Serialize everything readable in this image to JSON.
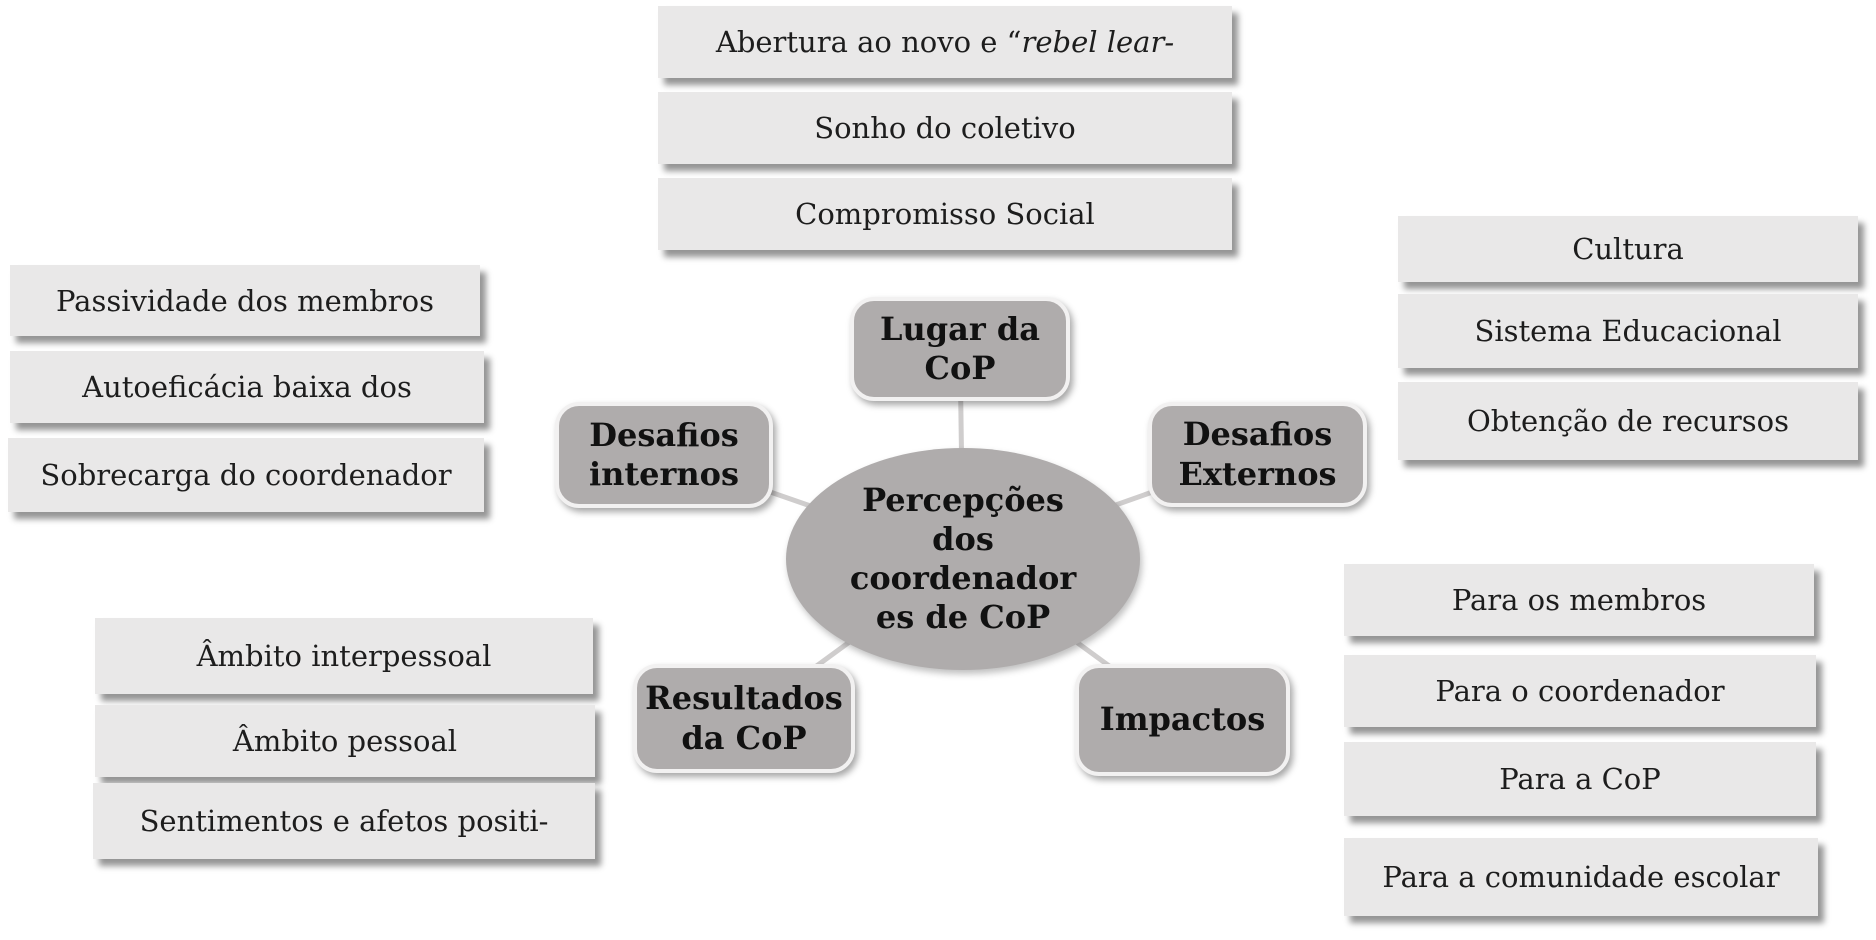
{
  "diagram": {
    "center": {
      "label": "Percepções\ndos\ncoordenador\nes de CoP"
    },
    "branches": {
      "lugar": {
        "label": "Lugar da\nCoP"
      },
      "desafios_internos": {
        "label": "Desafios\ninternos"
      },
      "desafios_externos": {
        "label": "Desafios\nExternos"
      },
      "resultados": {
        "label": "Resultados\nda CoP"
      },
      "impactos": {
        "label": "Impactos"
      }
    },
    "items": {
      "lugar": [
        {
          "prefix": "Abertura ao novo e “",
          "italic": "rebel lear-"
        },
        {
          "label": "Sonho do coletivo"
        },
        {
          "label": "Compromisso Social"
        }
      ],
      "desafios_internos": [
        "Passividade dos membros",
        "Autoeficácia baixa dos",
        "Sobrecarga do coordenador"
      ],
      "desafios_externos": [
        "Cultura",
        "Sistema Educacional",
        "Obtenção de recursos"
      ],
      "resultados": [
        "Âmbito interpessoal",
        "Âmbito pessoal",
        "Sentimentos e afetos positi-"
      ],
      "impactos": [
        "Para os membros",
        "Para o coordenador",
        "Para a CoP",
        "Para a comunidade escolar"
      ]
    }
  },
  "colors": {
    "background": "#ffffff",
    "node-fill": "#afacac",
    "item-fill": "#e9e8e8",
    "connector": "#cfcdcd",
    "text": "#1d1d1d"
  }
}
